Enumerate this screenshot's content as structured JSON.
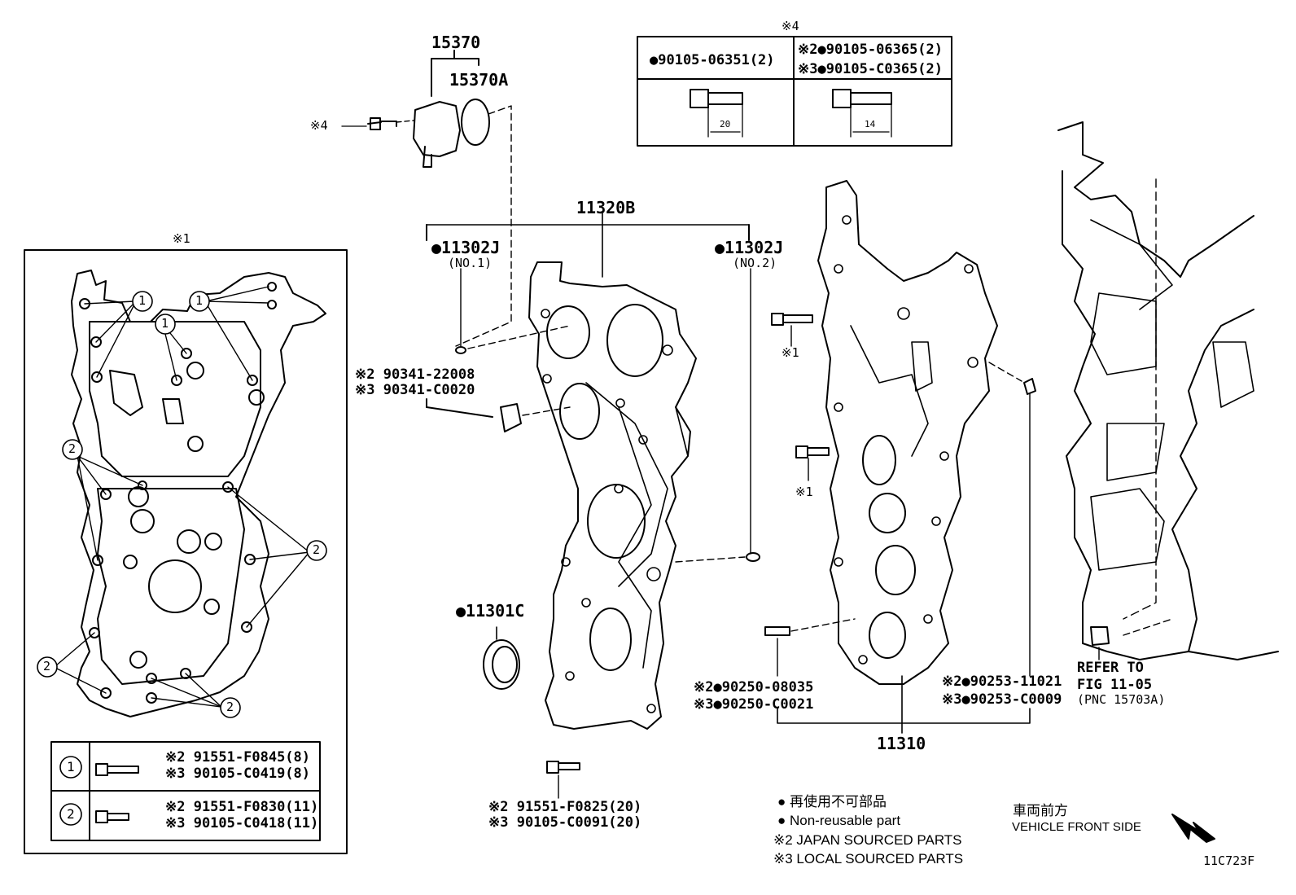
{
  "labels": {
    "p15370": "15370",
    "p15370A": "15370A",
    "mark4_bolt": "※4",
    "p11320B": "11320B",
    "p11302J_1": "●11302J",
    "no1": "(NO.1)",
    "p11302J_2": "●11302J",
    "no2": "(NO.2)",
    "plug_j": "※2 90341-22008",
    "plug_l": "※3 90341-C0020",
    "p11301C": "●11301C",
    "bolt_bottom_j": "※2 91551-F0825(20)",
    "bolt_bottom_l": "※3 90105-C0091(20)",
    "mark1_a": "※1",
    "mark1_b": "※1",
    "pin_j": "※2●90250-08035",
    "pin_l": "※3●90250-C0021",
    "p11310": "11310",
    "plug2_j": "※2●90253-11021",
    "plug2_l": "※3●90253-C0009",
    "refer1": "REFER TO",
    "refer2": "FIG 11-05",
    "refer3": "(PNC 15703A)",
    "fig_code": "11C723F"
  },
  "box4": {
    "title": "※4",
    "left_part": "●90105-06351(2)",
    "right_part_j": "※2●90105-06365(2)",
    "right_part_l": "※3●90105-C0365(2)",
    "dim_left": "20",
    "dim_right": "14"
  },
  "box1": {
    "title": "※1",
    "row1_num": "1",
    "row1_j": "※2 91551-F0845(8)",
    "row1_l": "※3 90105-C0419(8)",
    "row2_num": "2",
    "row2_j": "※2 91551-F0830(11)",
    "row2_l": "※3 90105-C0418(11)",
    "callout1": "1",
    "callout2": "2"
  },
  "legend": {
    "line1": "● 再使用不可部品",
    "line2": "● Non-reusable part",
    "line3": "※2 JAPAN SOURCED PARTS",
    "line4": "※3 LOCAL SOURCED PARTS"
  },
  "direction": {
    "jp": "車両前方",
    "en": "VEHICLE FRONT SIDE"
  }
}
